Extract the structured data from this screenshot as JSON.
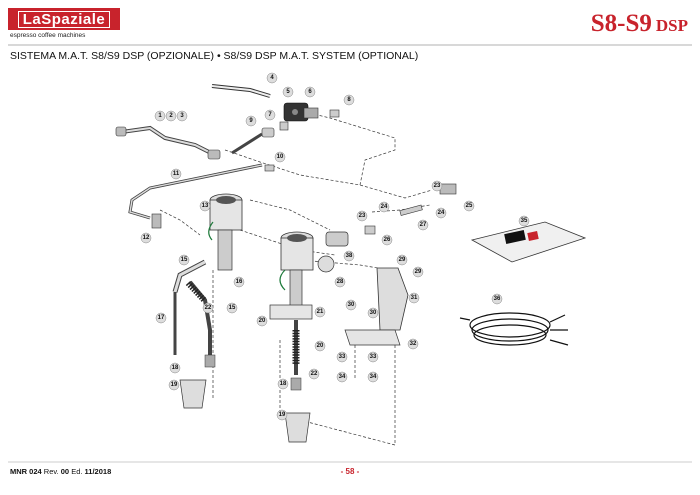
{
  "header": {
    "logo_text": "LaSpaziale",
    "tagline": "espresso coffee machines",
    "model_main": "S8-S9",
    "model_suffix": "DSP"
  },
  "subtitle": "SISTEMA M.A.T. S8/S9 DSP (OPZIONALE) • S8/S9 DSP M.A.T. SYSTEM (OPTIONAL)",
  "footer": {
    "doc_code": "MNR 024",
    "rev_label": "Rev.",
    "rev": "00",
    "ed_label": "Ed.",
    "ed": "11/2018",
    "page": "- 58 -"
  },
  "callouts": [
    "1",
    "2",
    "3",
    "4",
    "5",
    "6",
    "7",
    "8",
    "9",
    "10",
    "11",
    "12",
    "13",
    "15",
    "15",
    "16",
    "17",
    "18",
    "19",
    "20",
    "20",
    "21",
    "22",
    "22",
    "18",
    "19",
    "23",
    "24",
    "23",
    "24",
    "25",
    "26",
    "27",
    "28",
    "29",
    "29",
    "30",
    "30",
    "31",
    "32",
    "33",
    "33",
    "34",
    "34",
    "35",
    "36",
    "38"
  ]
}
